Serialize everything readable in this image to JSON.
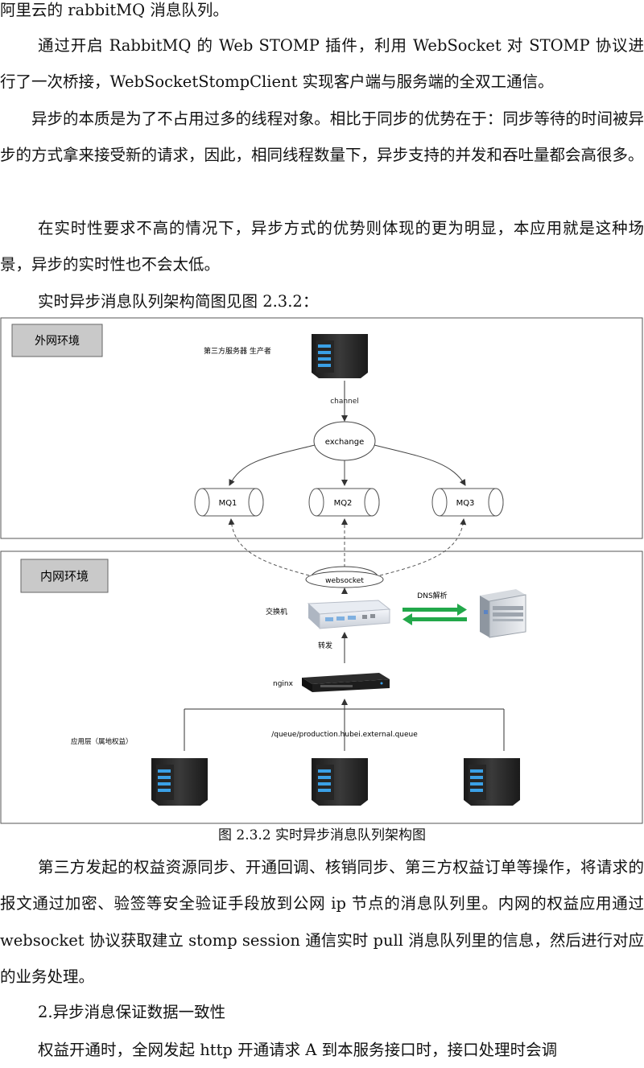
{
  "paragraphs": {
    "p0": "阿里云的 rabbitMQ 消息队列。",
    "p1": "通过开启 RabbitMQ 的 Web STOMP 插件，利用 WebSocket 对 STOMP 协议进行了一次桥接，WebSocketStompClient 实现客户端与服务端的全双工通信。",
    "p2": "异步的本质是为了不占用过多的线程对象。相比于同步的优势在于：同步等待的时间被异步的方式拿来接受新的请求，因此，相同线程数量下，异步支持的并发和吞吐量都会高很多。",
    "p3": "在实时性要求不高的情况下，异步方式的优势则体现的更为明显，本应用就是这种场景，异步的实时性也不会太低。",
    "p4": "实时异步消息队列架构简图见图 2.3.2：",
    "p5": "第三方发起的权益资源同步、开通回调、核销同步、第三方权益订单等操作，将请求的报文通过加密、验签等安全验证手段放到公网 ip 节点的消息队列里。内网的权益应用通过 websocket 协议获取建立 stomp session 通信实时 pull 消息队列里的信息，然后进行对应的业务处理。",
    "p6_heading": "2.异步消息保证数据一致性",
    "p7": "权益开通时，全网发起 http 开通请求 A 到本服务接口时，接口处理时会调"
  },
  "figure": {
    "caption": "图 2.3.2 实时异步消息队列架构图",
    "outer_label": "外网环境",
    "inner_label": "内网环境",
    "producer_label": "第三方服务器 生产者",
    "channel_label": "channel",
    "exchange_label": "exchange",
    "queues": [
      "MQ1",
      "MQ2",
      "MQ3"
    ],
    "websocket_label": "websocket",
    "switch_label": "交换机",
    "dns_label": "DNS解析",
    "forward_label": "转发",
    "nginx_label": "nginx",
    "queue_path_label": "/queue/production.hubei.external.queue",
    "app_layer_label": "应用层（属地权益）"
  }
}
